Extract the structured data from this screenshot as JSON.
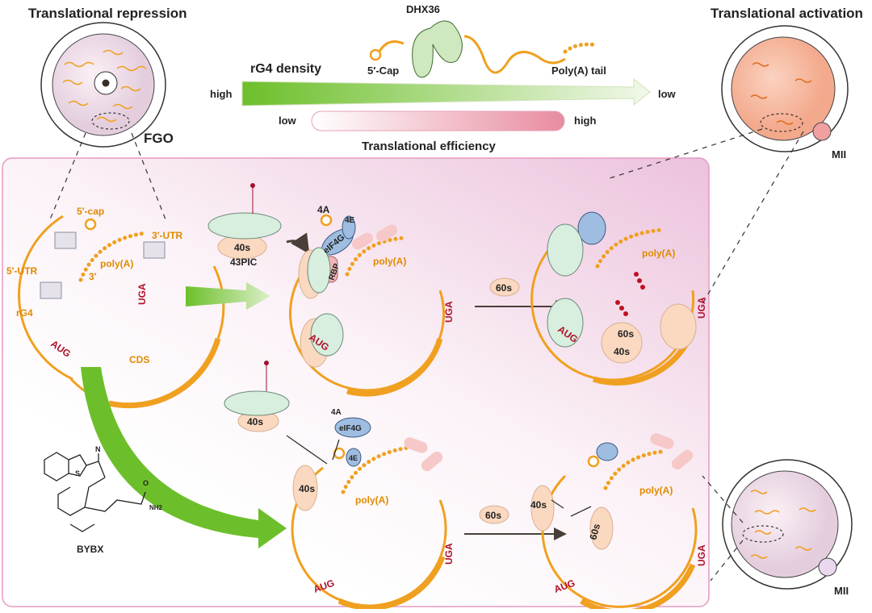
{
  "header": {
    "left_title": "Translational repression",
    "right_title": "Translational activation",
    "fgo_label": "FGO",
    "mii_top_label": "MII",
    "mii_bottom_label": "MII"
  },
  "gradient_legend": {
    "protein": "DHX36",
    "cap": "5′-Cap",
    "tail": "Poly(A) tail",
    "rg4_title": "rG4 density",
    "rg4_high": "high",
    "rg4_low": "low",
    "te_low": "low",
    "te_high": "high",
    "te_title": "Translational efficiency",
    "colors": {
      "rg4_high": "#6cbf2a",
      "te_high": "#e88ca0"
    }
  },
  "panel_mrna": {
    "cap": "5′-cap",
    "utr3": "3′-UTR",
    "utr5": "5′-UTR",
    "polya": "poly(A)",
    "end3": "3′",
    "rg4": "rG4",
    "aug": "AUG",
    "uga": "UGA",
    "cds": "CDS"
  },
  "panel_initiation": {
    "a4": "4A",
    "e4": "4E",
    "eif4g": "eIF4G",
    "rbp": "RBP",
    "s40": "40s",
    "pic": "43PIC",
    "polya": "poly(A)",
    "aug": "AUG",
    "uga": "UGA"
  },
  "panel_active": {
    "arrow_60s": "60s",
    "polya": "poly(A)",
    "uga": "UGA",
    "aug": "AUG",
    "s60": "60s",
    "s40": "40s"
  },
  "panel_inhibited": {
    "s40_free": "40s",
    "a4": "4A",
    "eif4g": "eIF4G",
    "e4": "4E",
    "s40": "40s",
    "polya": "poly(A)",
    "uga": "UGA",
    "aug": "AUG"
  },
  "compound": {
    "name": "BYBX",
    "o": "O",
    "nh2": "NH2",
    "n": "N",
    "s": "S"
  },
  "panel_stalled": {
    "arrow_60s": "60s",
    "s40": "40s",
    "s60": "60s",
    "polya": "poly(A)",
    "uga": "UGA",
    "aug": "AUG"
  }
}
